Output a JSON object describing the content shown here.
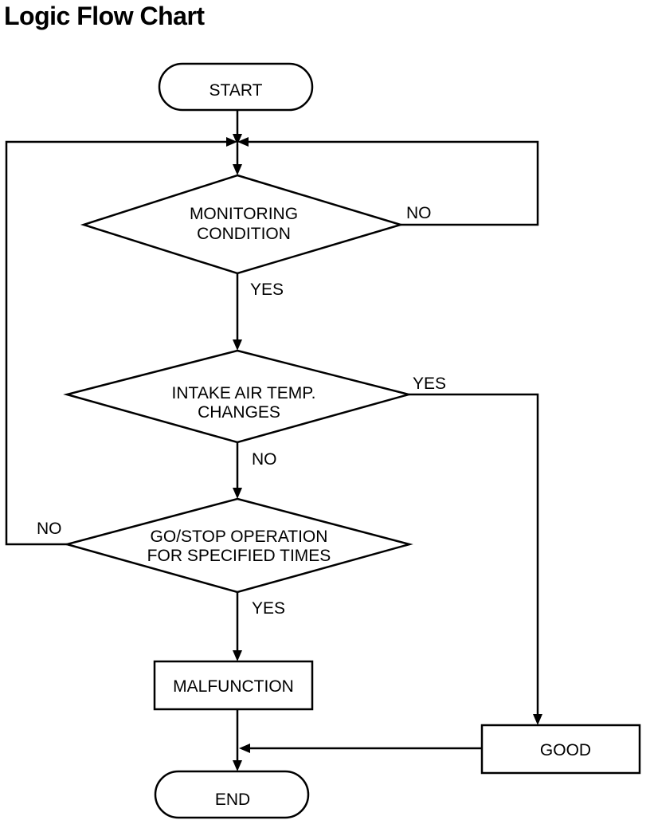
{
  "title": "Logic Flow Chart",
  "nodes": {
    "start": "START",
    "monitoring_line1": "MONITORING",
    "monitoring_line2": "CONDITION",
    "intake_line1": "INTAKE AIR TEMP.",
    "intake_line2": "CHANGES",
    "gostop_line1": "GO/STOP OPERATION",
    "gostop_line2": "FOR SPECIFIED TIMES",
    "malfunction": "MALFUNCTION",
    "good": "GOOD",
    "end": "END"
  },
  "edges": {
    "monitoring_no": "NO",
    "monitoring_yes": "YES",
    "intake_yes": "YES",
    "intake_no": "NO",
    "gostop_no": "NO",
    "gostop_yes": "YES"
  }
}
